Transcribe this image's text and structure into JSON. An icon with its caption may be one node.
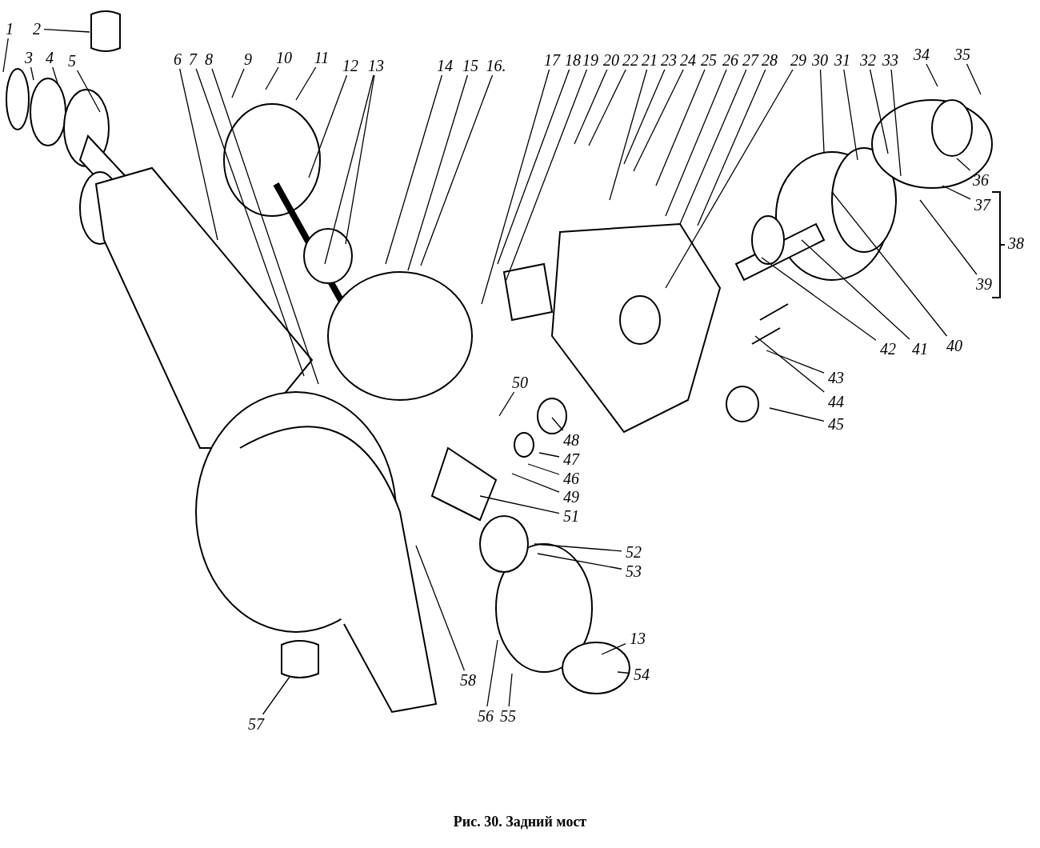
{
  "diagram": {
    "caption": "Рис. 30. Задний мост",
    "nodes": [
      {
        "text": [
          "1"
        ]
      },
      {
        "text": [
          "2"
        ]
      },
      {
        "text": [
          "3"
        ]
      },
      {
        "text": [
          "4"
        ]
      },
      {
        "text": [
          "5"
        ]
      },
      {
        "text": [
          "6"
        ]
      },
      {
        "text": [
          "7"
        ]
      },
      {
        "text": [
          "8"
        ]
      },
      {
        "text": [
          "9"
        ]
      },
      {
        "text": [
          "10"
        ]
      },
      {
        "text": [
          "11"
        ]
      },
      {
        "text": [
          "12"
        ]
      },
      {
        "text": [
          "13"
        ]
      },
      {
        "text": [
          "14"
        ]
      },
      {
        "text": [
          "15"
        ]
      },
      {
        "text": [
          "16."
        ]
      },
      {
        "text": [
          "17"
        ]
      },
      {
        "text": [
          "18"
        ]
      },
      {
        "text": [
          "19"
        ]
      },
      {
        "text": [
          "20"
        ]
      },
      {
        "text": [
          "22"
        ]
      },
      {
        "text": [
          "21"
        ]
      },
      {
        "text": [
          "23"
        ]
      },
      {
        "text": [
          "24"
        ]
      },
      {
        "text": [
          "25"
        ]
      },
      {
        "text": [
          "26"
        ]
      },
      {
        "text": [
          "27"
        ]
      },
      {
        "text": [
          "28"
        ]
      },
      {
        "text": [
          "29"
        ]
      },
      {
        "text": [
          "30"
        ]
      },
      {
        "text": [
          "31"
        ]
      },
      {
        "text": [
          "32"
        ]
      },
      {
        "text": [
          "33"
        ]
      },
      {
        "text": [
          "34"
        ]
      },
      {
        "text": [
          "35"
        ]
      },
      {
        "text": [
          "36"
        ]
      },
      {
        "text": [
          "37"
        ]
      },
      {
        "text": [
          "39"
        ]
      },
      {
        "text": [
          "40"
        ]
      },
      {
        "text": [
          "41"
        ]
      },
      {
        "text": [
          "42"
        ]
      },
      {
        "text": [
          "43"
        ]
      },
      {
        "text": [
          "44"
        ]
      },
      {
        "text": [
          "45"
        ]
      },
      {
        "text": [
          "50"
        ]
      },
      {
        "text": [
          "48"
        ]
      },
      {
        "text": [
          "47"
        ]
      },
      {
        "text": [
          "46"
        ]
      },
      {
        "text": [
          "49"
        ]
      },
      {
        "text": [
          "51"
        ]
      },
      {
        "text": [
          "52"
        ]
      },
      {
        "text": [
          "53"
        ]
      },
      {
        "text": [
          "13"
        ]
      },
      {
        "text": [
          "54"
        ]
      },
      {
        "text": [
          "58"
        ]
      },
      {
        "text": [
          "56"
        ]
      },
      {
        "text": [
          "55"
        ]
      },
      {
        "text": [
          "57"
        ]
      }
    ],
    "edges": [
      {
        "from": 0,
        "to": null,
        "arrow": "none"
      },
      {
        "from": 1,
        "to": null,
        "arrow": "none"
      },
      {
        "from": 2,
        "to": null,
        "arrow": "none"
      },
      {
        "from": 3,
        "to": null,
        "arrow": "none"
      },
      {
        "from": 4,
        "to": null,
        "arrow": "none"
      },
      {
        "from": 5,
        "to": null,
        "arrow": "none"
      },
      {
        "from": 6,
        "to": null,
        "arrow": "none"
      },
      {
        "from": 7,
        "to": null,
        "arrow": "none"
      },
      {
        "from": 8,
        "to": null,
        "arrow": "none"
      },
      {
        "from": 9,
        "to": null,
        "arrow": "none"
      },
      {
        "from": 10,
        "to": null,
        "arrow": "none"
      },
      {
        "from": 11,
        "to": null,
        "arrow": "none"
      },
      {
        "from": 12,
        "to": null,
        "arrow": "none"
      },
      {
        "from": 13,
        "to": null,
        "arrow": "none"
      },
      {
        "from": 14,
        "to": null,
        "arrow": "none"
      },
      {
        "from": 15,
        "to": null,
        "arrow": "none"
      },
      {
        "from": 16,
        "to": null,
        "arrow": "none"
      },
      {
        "from": 17,
        "to": null,
        "arrow": "none"
      },
      {
        "from": 18,
        "to": null,
        "arrow": "none"
      },
      {
        "from": 19,
        "to": null,
        "arrow": "none"
      },
      {
        "from": 20,
        "to": null,
        "arrow": "none"
      },
      {
        "from": 21,
        "to": null,
        "arrow": "none"
      },
      {
        "from": 22,
        "to": null,
        "arrow": "none"
      },
      {
        "from": 23,
        "to": null,
        "arrow": "none"
      },
      {
        "from": 24,
        "to": null,
        "arrow": "none"
      },
      {
        "from": 25,
        "to": null,
        "arrow": "none"
      },
      {
        "from": 26,
        "to": null,
        "arrow": "none"
      },
      {
        "from": 27,
        "to": null,
        "arrow": "none"
      },
      {
        "from": 28,
        "to": null,
        "arrow": "none"
      },
      {
        "from": 29,
        "to": null,
        "arrow": "none"
      },
      {
        "from": 30,
        "to": null,
        "arrow": "none"
      },
      {
        "from": 31,
        "to": null,
        "arrow": "none"
      },
      {
        "from": 32,
        "to": null,
        "arrow": "none"
      },
      {
        "from": 33,
        "to": null,
        "arrow": "none"
      },
      {
        "from": 34,
        "to": null,
        "arrow": "none"
      },
      {
        "from": 35,
        "to": null,
        "arrow": "none"
      },
      {
        "from": 36,
        "to": null,
        "arrow": "none"
      },
      {
        "from": 37,
        "to": null,
        "arrow": "none"
      },
      {
        "from": 38,
        "to": null,
        "arrow": "none"
      },
      {
        "from": 39,
        "to": null,
        "arrow": "none"
      },
      {
        "from": 40,
        "to": null,
        "arrow": "none"
      },
      {
        "from": 41,
        "to": null,
        "arrow": "none"
      },
      {
        "from": 42,
        "to": null,
        "arrow": "none"
      },
      {
        "from": 43,
        "to": null,
        "arrow": "none"
      },
      {
        "from": 44,
        "to": null,
        "arrow": "none"
      },
      {
        "from": 45,
        "to": null,
        "arrow": "none"
      },
      {
        "from": 46,
        "to": null,
        "arrow": "none"
      },
      {
        "from": 47,
        "to": null,
        "arrow": "none"
      },
      {
        "from": 48,
        "to": null,
        "arrow": "none"
      },
      {
        "from": 49,
        "to": null,
        "arrow": "none"
      },
      {
        "from": 50,
        "to": null,
        "arrow": "none"
      },
      {
        "from": 51,
        "to": null,
        "arrow": "none"
      },
      {
        "from": 52,
        "to": null,
        "arrow": "none"
      },
      {
        "from": 53,
        "to": null,
        "arrow": "none"
      },
      {
        "from": 54,
        "to": null,
        "arrow": "none"
      },
      {
        "from": 55,
        "to": null,
        "arrow": "none"
      },
      {
        "from": 56,
        "to": null,
        "arrow": "none"
      },
      {
        "from": 57,
        "to": null,
        "arrow": "none"
      },
      {
        "from": 12,
        "to": null,
        "arrow": "none"
      }
    ],
    "labels": [
      "38"
    ]
  }
}
